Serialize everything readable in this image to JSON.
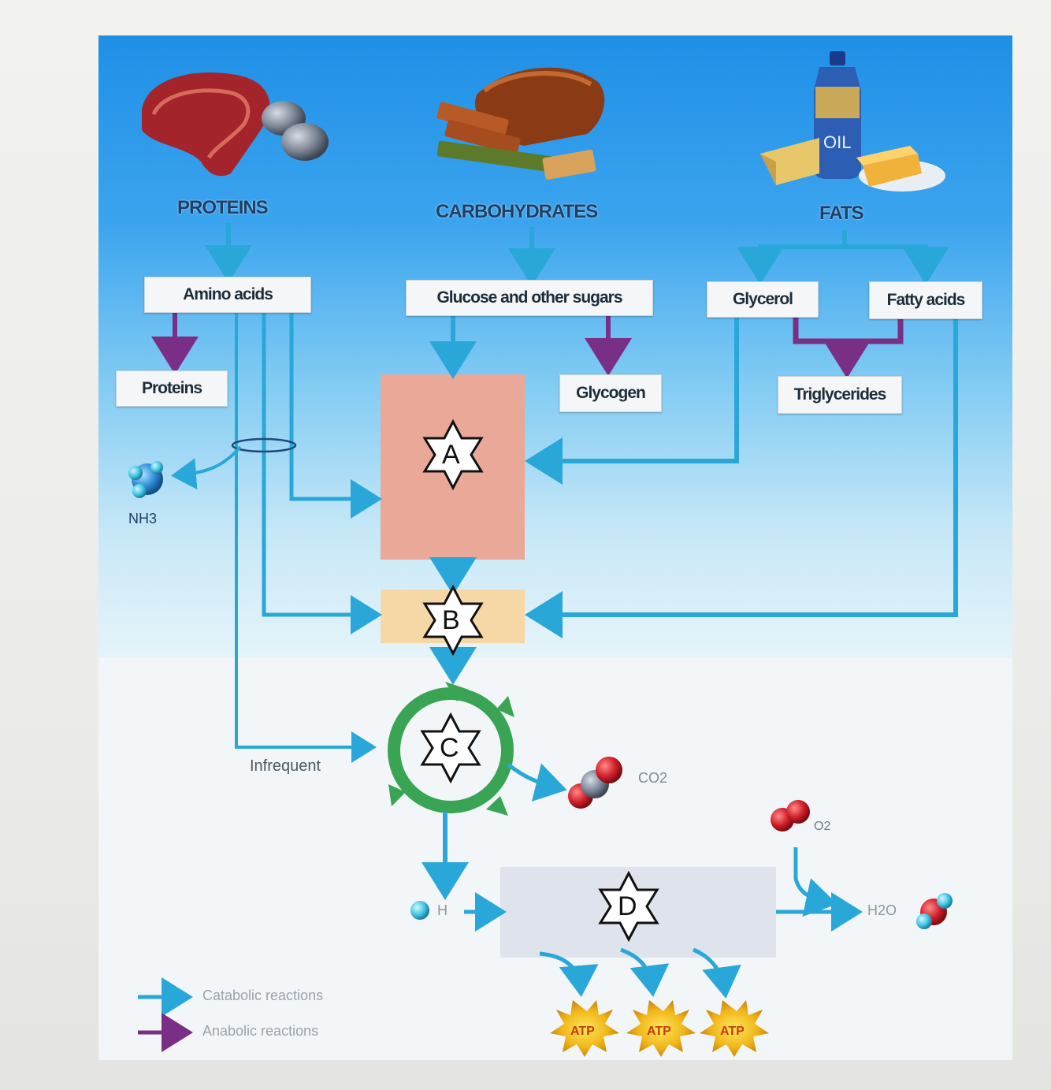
{
  "categories": {
    "proteins": "PROTEINS",
    "carbohydrates": "CARBOHYDRATES",
    "fats": "FATS"
  },
  "boxes": {
    "amino_acids": "Amino acids",
    "glucose": "Glucose and other sugars",
    "glycerol": "Glycerol",
    "fatty_acids": "Fatty acids",
    "proteins": "Proteins",
    "glycogen": "Glycogen",
    "triglycerides": "Triglycerides"
  },
  "stages": {
    "a": "A",
    "b": "B",
    "c": "C",
    "d": "D"
  },
  "labels": {
    "nh3": "NH3",
    "co2": "CO2",
    "o2": "O2",
    "h2o": "H2O",
    "h": "H",
    "infrequent": "Infrequent",
    "oil": "OIL"
  },
  "atp": [
    "ATP",
    "ATP",
    "ATP"
  ],
  "legend": {
    "catabolic": "Catabolic reactions",
    "anabolic": "Anabolic reactions"
  },
  "colors": {
    "catabolic": "#2aa7d9",
    "anabolic": "#7a2f86",
    "stage_a": "#e9a898",
    "stage_b": "#f6d8a6",
    "cycle": "#3aa455"
  }
}
